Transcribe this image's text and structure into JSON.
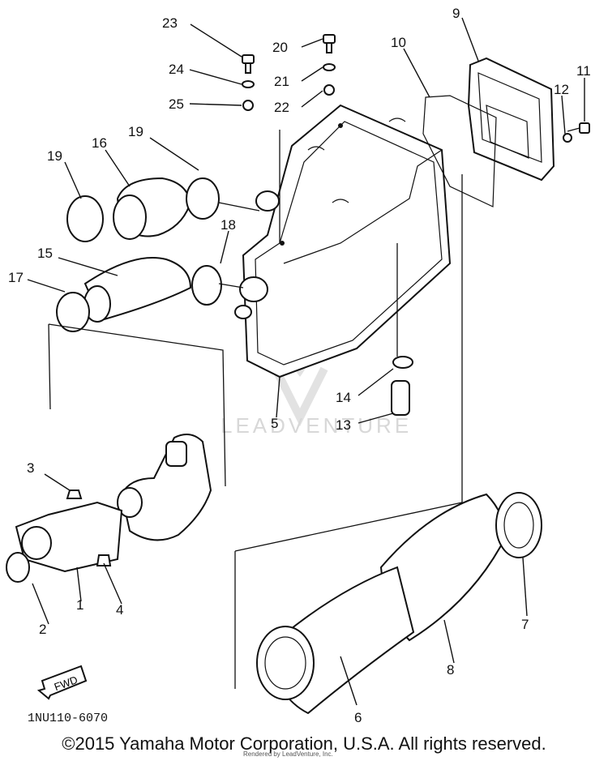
{
  "diagram": {
    "callouts": [
      {
        "id": "1",
        "label": "1"
      },
      {
        "id": "2",
        "label": "2"
      },
      {
        "id": "3",
        "label": "3"
      },
      {
        "id": "4",
        "label": "4"
      },
      {
        "id": "5",
        "label": "5"
      },
      {
        "id": "6",
        "label": "6"
      },
      {
        "id": "7",
        "label": "7"
      },
      {
        "id": "8",
        "label": "8"
      },
      {
        "id": "9",
        "label": "9"
      },
      {
        "id": "10",
        "label": "10"
      },
      {
        "id": "11",
        "label": "11"
      },
      {
        "id": "12",
        "label": "12"
      },
      {
        "id": "13",
        "label": "13"
      },
      {
        "id": "14",
        "label": "14"
      },
      {
        "id": "15",
        "label": "15"
      },
      {
        "id": "16",
        "label": "16"
      },
      {
        "id": "17",
        "label": "17"
      },
      {
        "id": "18",
        "label": "18"
      },
      {
        "id": "19a",
        "label": "19"
      },
      {
        "id": "19b",
        "label": "19"
      },
      {
        "id": "20",
        "label": "20"
      },
      {
        "id": "21",
        "label": "21"
      },
      {
        "id": "22",
        "label": "22"
      },
      {
        "id": "23",
        "label": "23"
      },
      {
        "id": "24",
        "label": "24"
      },
      {
        "id": "25",
        "label": "25"
      }
    ],
    "direction_arrow": "FWD",
    "watermark": "LEADVENTURE",
    "part_number": "1NU110-6070"
  },
  "footer": {
    "copyright": "©2015 Yamaha Motor Corporation, U.S.A. All rights reserved.",
    "rendered_by": "Rendered by LeadVenture, Inc."
  }
}
